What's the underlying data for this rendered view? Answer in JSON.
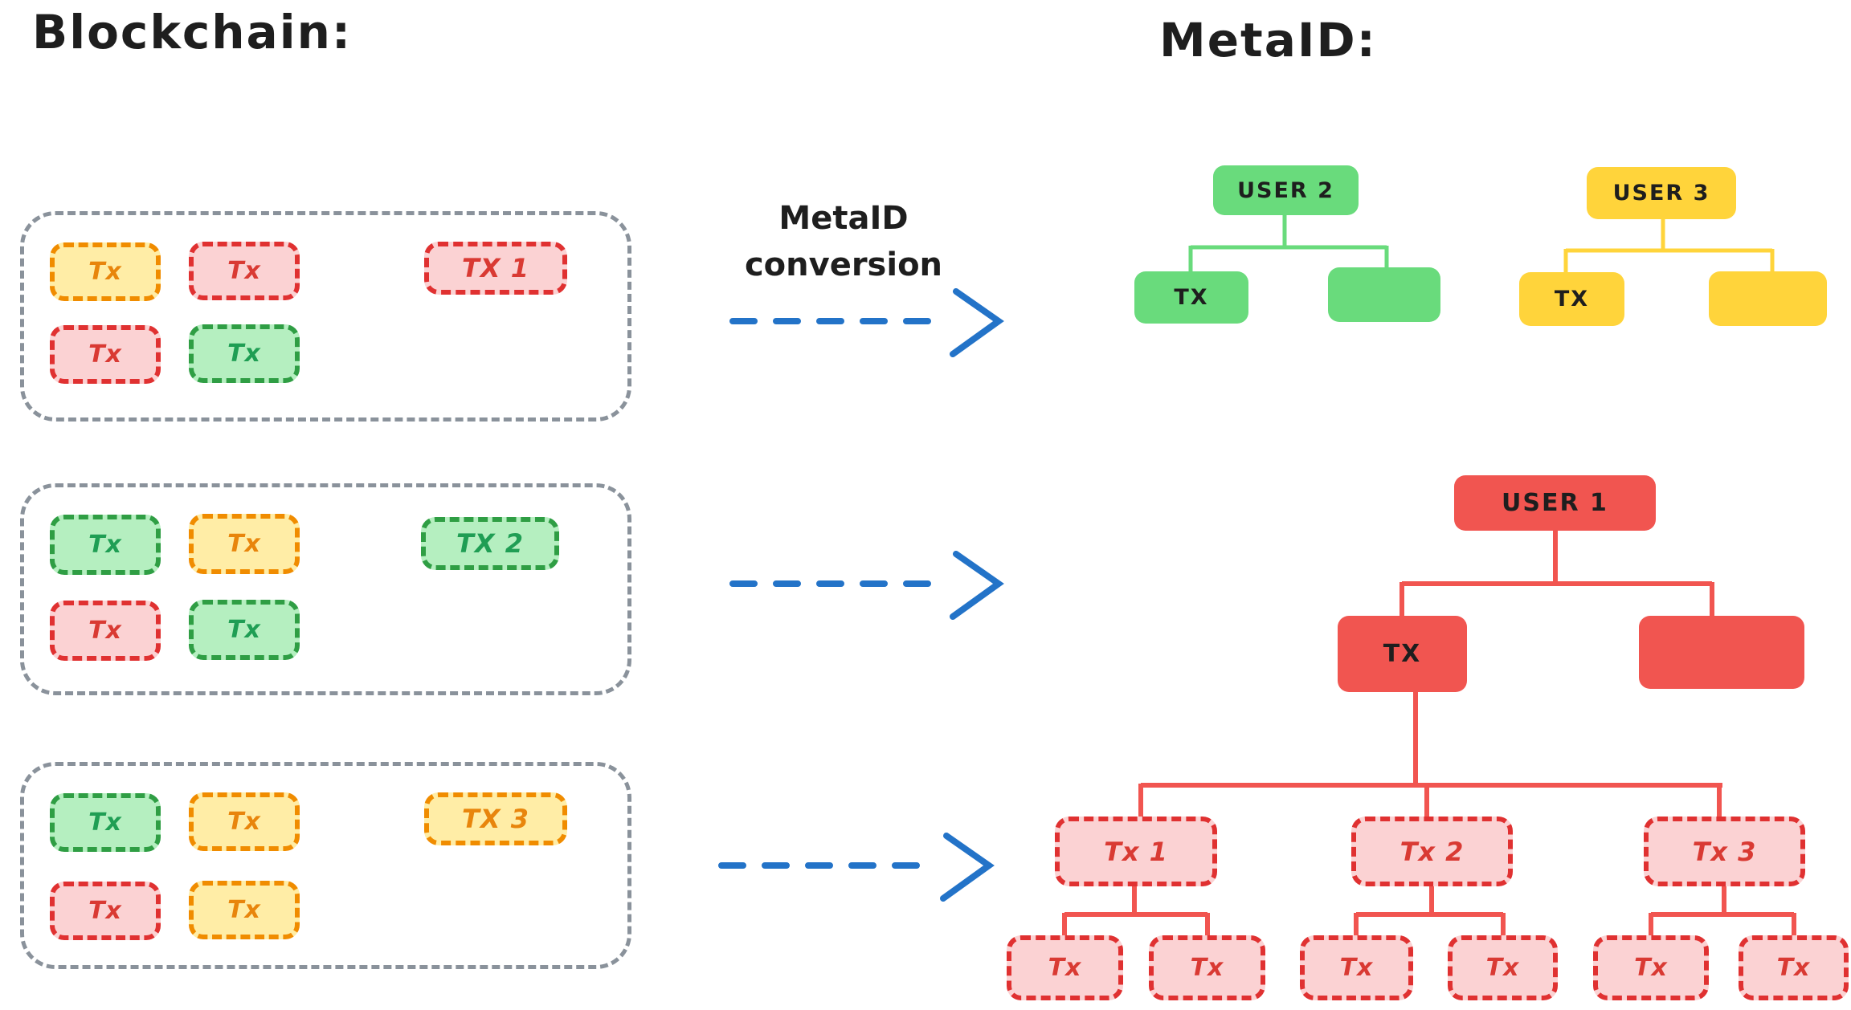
{
  "titles": {
    "blockchain": "Blockchain:",
    "metaid": "MetaID:"
  },
  "conversion_label": "MetaID conversion",
  "colors": {
    "gray_container_border": "#8a929b",
    "blue_arrow": "#2373c8",
    "red_border": "#e03131",
    "red_fill": "#fbd2d3",
    "red_text": "#d93a33",
    "yellow_border": "#f08c00",
    "yellow_fill": "#ffeda6",
    "yellow_text": "#e8850c",
    "green_border": "#2f9e44",
    "green_fill": "#b5efc0",
    "green_text": "#1f9e54",
    "solid_green": "#69db7c",
    "solid_yellow": "#ffd43b",
    "solid_red": "#f15550",
    "text_black": "#1e1e1e"
  },
  "blocks": [
    {
      "boxes": [
        {
          "label": "Tx",
          "color": "yellow"
        },
        {
          "label": "Tx",
          "color": "red"
        },
        {
          "label": "Tx",
          "color": "red"
        },
        {
          "label": "Tx",
          "color": "green"
        }
      ],
      "main_tx": {
        "label": "TX 1",
        "color": "red"
      }
    },
    {
      "boxes": [
        {
          "label": "Tx",
          "color": "green"
        },
        {
          "label": "Tx",
          "color": "yellow"
        },
        {
          "label": "Tx",
          "color": "red"
        },
        {
          "label": "Tx",
          "color": "green"
        }
      ],
      "main_tx": {
        "label": "TX 2",
        "color": "green"
      }
    },
    {
      "boxes": [
        {
          "label": "Tx",
          "color": "green"
        },
        {
          "label": "Tx",
          "color": "yellow"
        },
        {
          "label": "Tx",
          "color": "red"
        },
        {
          "label": "Tx",
          "color": "yellow"
        }
      ],
      "main_tx": {
        "label": "TX 3",
        "color": "yellow"
      }
    }
  ],
  "trees": {
    "user2": {
      "root": "USER 2",
      "children": [
        "TX",
        ""
      ]
    },
    "user3": {
      "root": "USER 3",
      "children": [
        "TX",
        ""
      ]
    },
    "user1": {
      "root": "USER 1",
      "children": [
        "TX",
        ""
      ],
      "tx_children": [
        {
          "label": "Tx 1"
        },
        {
          "label": "Tx 2"
        },
        {
          "label": "Tx 3"
        }
      ],
      "leaf_labels": [
        "Tx",
        "Tx",
        "Tx",
        "Tx",
        "Tx",
        "Tx"
      ]
    }
  }
}
